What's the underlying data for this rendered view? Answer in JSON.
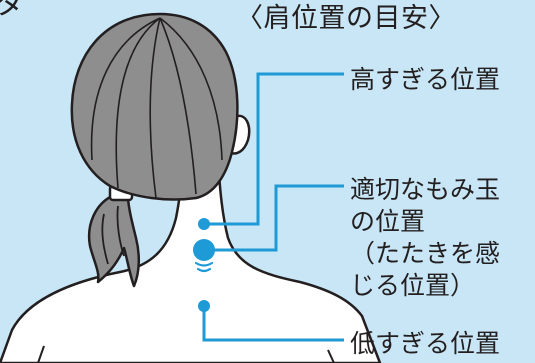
{
  "title": "〈肩位置の目安〉",
  "corner_fragment": "タ",
  "labels": {
    "too_high": "高すぎる位置",
    "proper": "適切なもみ玉\nの位置\n（たたきを感\nじる位置）",
    "too_low": "低すぎる位置"
  },
  "colors": {
    "background": "#c8e6f5",
    "hair": "#8e8e8e",
    "skin": "#ffffff",
    "outline": "#231f20",
    "marker": "#1e9ad6",
    "leader": "#1e9ad6"
  }
}
